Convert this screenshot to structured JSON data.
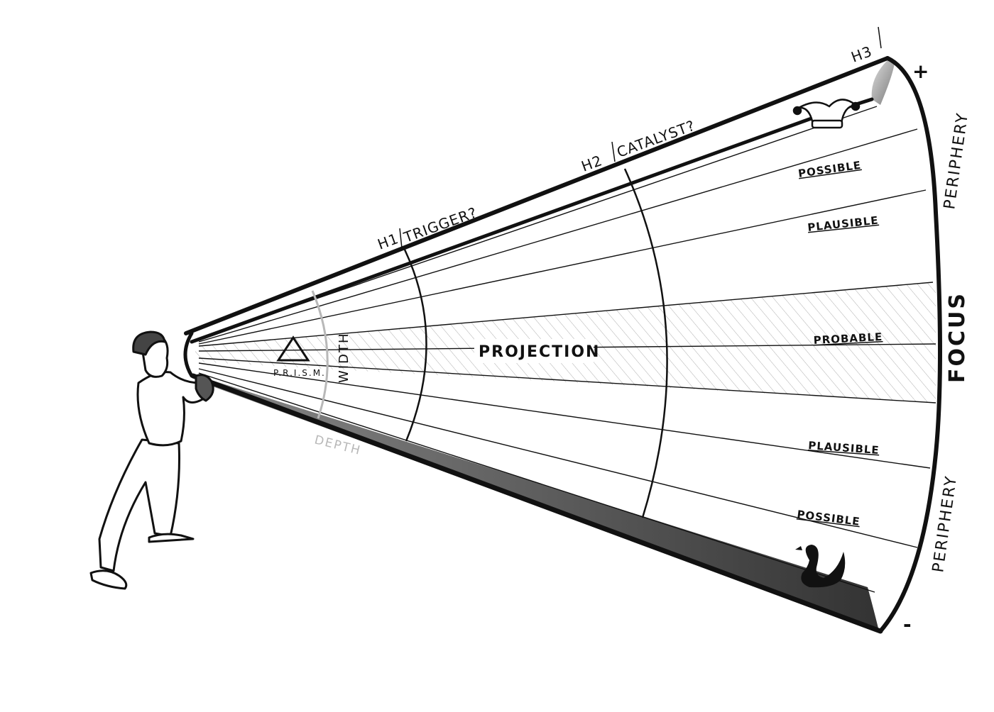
{
  "horizons": {
    "h1": "H1",
    "h1_question": "TRIGGER?",
    "h2": "H2",
    "h2_question": "CATALYST?",
    "h3": "H3"
  },
  "bands": {
    "top_possible": "POSSIBLE",
    "top_plausible": "PLAUSIBLE",
    "probable": "PROBABLE",
    "bottom_plausible": "PLAUSIBLE",
    "bottom_possible": "POSSIBLE"
  },
  "labels": {
    "projection": "PROJECTION",
    "prism": "P.R.I.S.M.",
    "width": "WIDTH",
    "depth": "DEPTH",
    "periphery_top": "PERIPHERY",
    "periphery_bottom": "PERIPHERY",
    "focus": "FOCUS",
    "plus": "+",
    "minus": "-"
  },
  "icons": {
    "top_end": "jester-hat-icon",
    "bottom_end": "black-swan-icon",
    "prism": "triangle-icon"
  },
  "colors": {
    "ink": "#111111",
    "hatch": "#9a9a9a",
    "depth": "#b8b8b8",
    "shade": "#555555"
  }
}
